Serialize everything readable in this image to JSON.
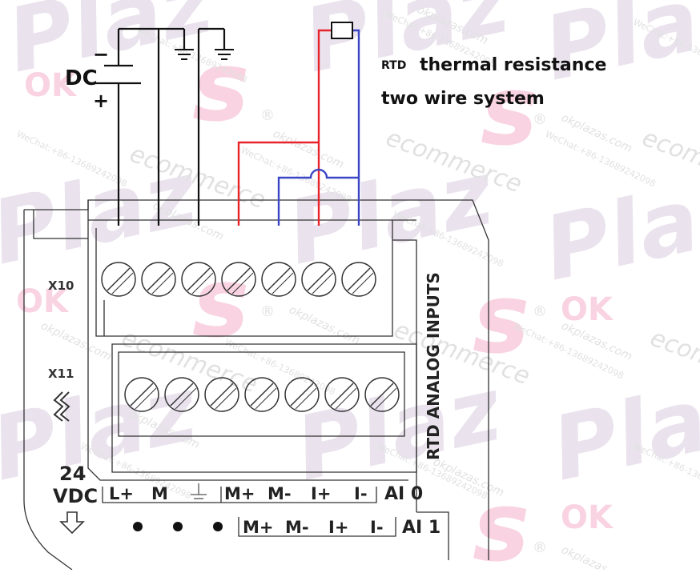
{
  "watermark": {
    "brand": "Plaz",
    "ok": "OK",
    "s_letter": "s",
    "ecommerce": "ecommerce",
    "site": "okplazas.com",
    "wechat": "WeChat:+86-13689242098",
    "registered": "®"
  },
  "labels": {
    "dc": "DC",
    "minus": "−",
    "plus": "+",
    "rtd_prefix": "RTD",
    "rtd_title": "thermal resistance",
    "rtd_subtitle": "two wire system",
    "x10": "X10",
    "x11": "X11",
    "side_label": "RTD ANALOG INPUTS",
    "vdc_24": "24",
    "vdc_unit": "VDC"
  },
  "terminal_row1": [
    "L+",
    "M",
    "",
    "M+",
    "M-",
    "I+",
    "I-",
    "AI 0"
  ],
  "terminal_row2": [
    "M+",
    "M-",
    "I+",
    "I-",
    "AI 1"
  ],
  "colors": {
    "red_wire": "#e8232a",
    "blue_wire": "#3b46c4",
    "black": "#111111",
    "watermark_purple": "#d9cce0",
    "watermark_pink": "#f5b0c8",
    "watermark_orange": "#f7c38a"
  }
}
